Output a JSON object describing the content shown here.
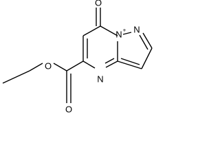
{
  "atoms": {
    "carbonyl_oxygen_top": "O",
    "bridgehead_nitrogen": "N",
    "bridgehead_charge": "+",
    "pyrazole_nitrogen": "N",
    "ring_nitrogen": "N",
    "ester_oxygen": "O",
    "ester_carbonyl_oxygen": "O"
  }
}
